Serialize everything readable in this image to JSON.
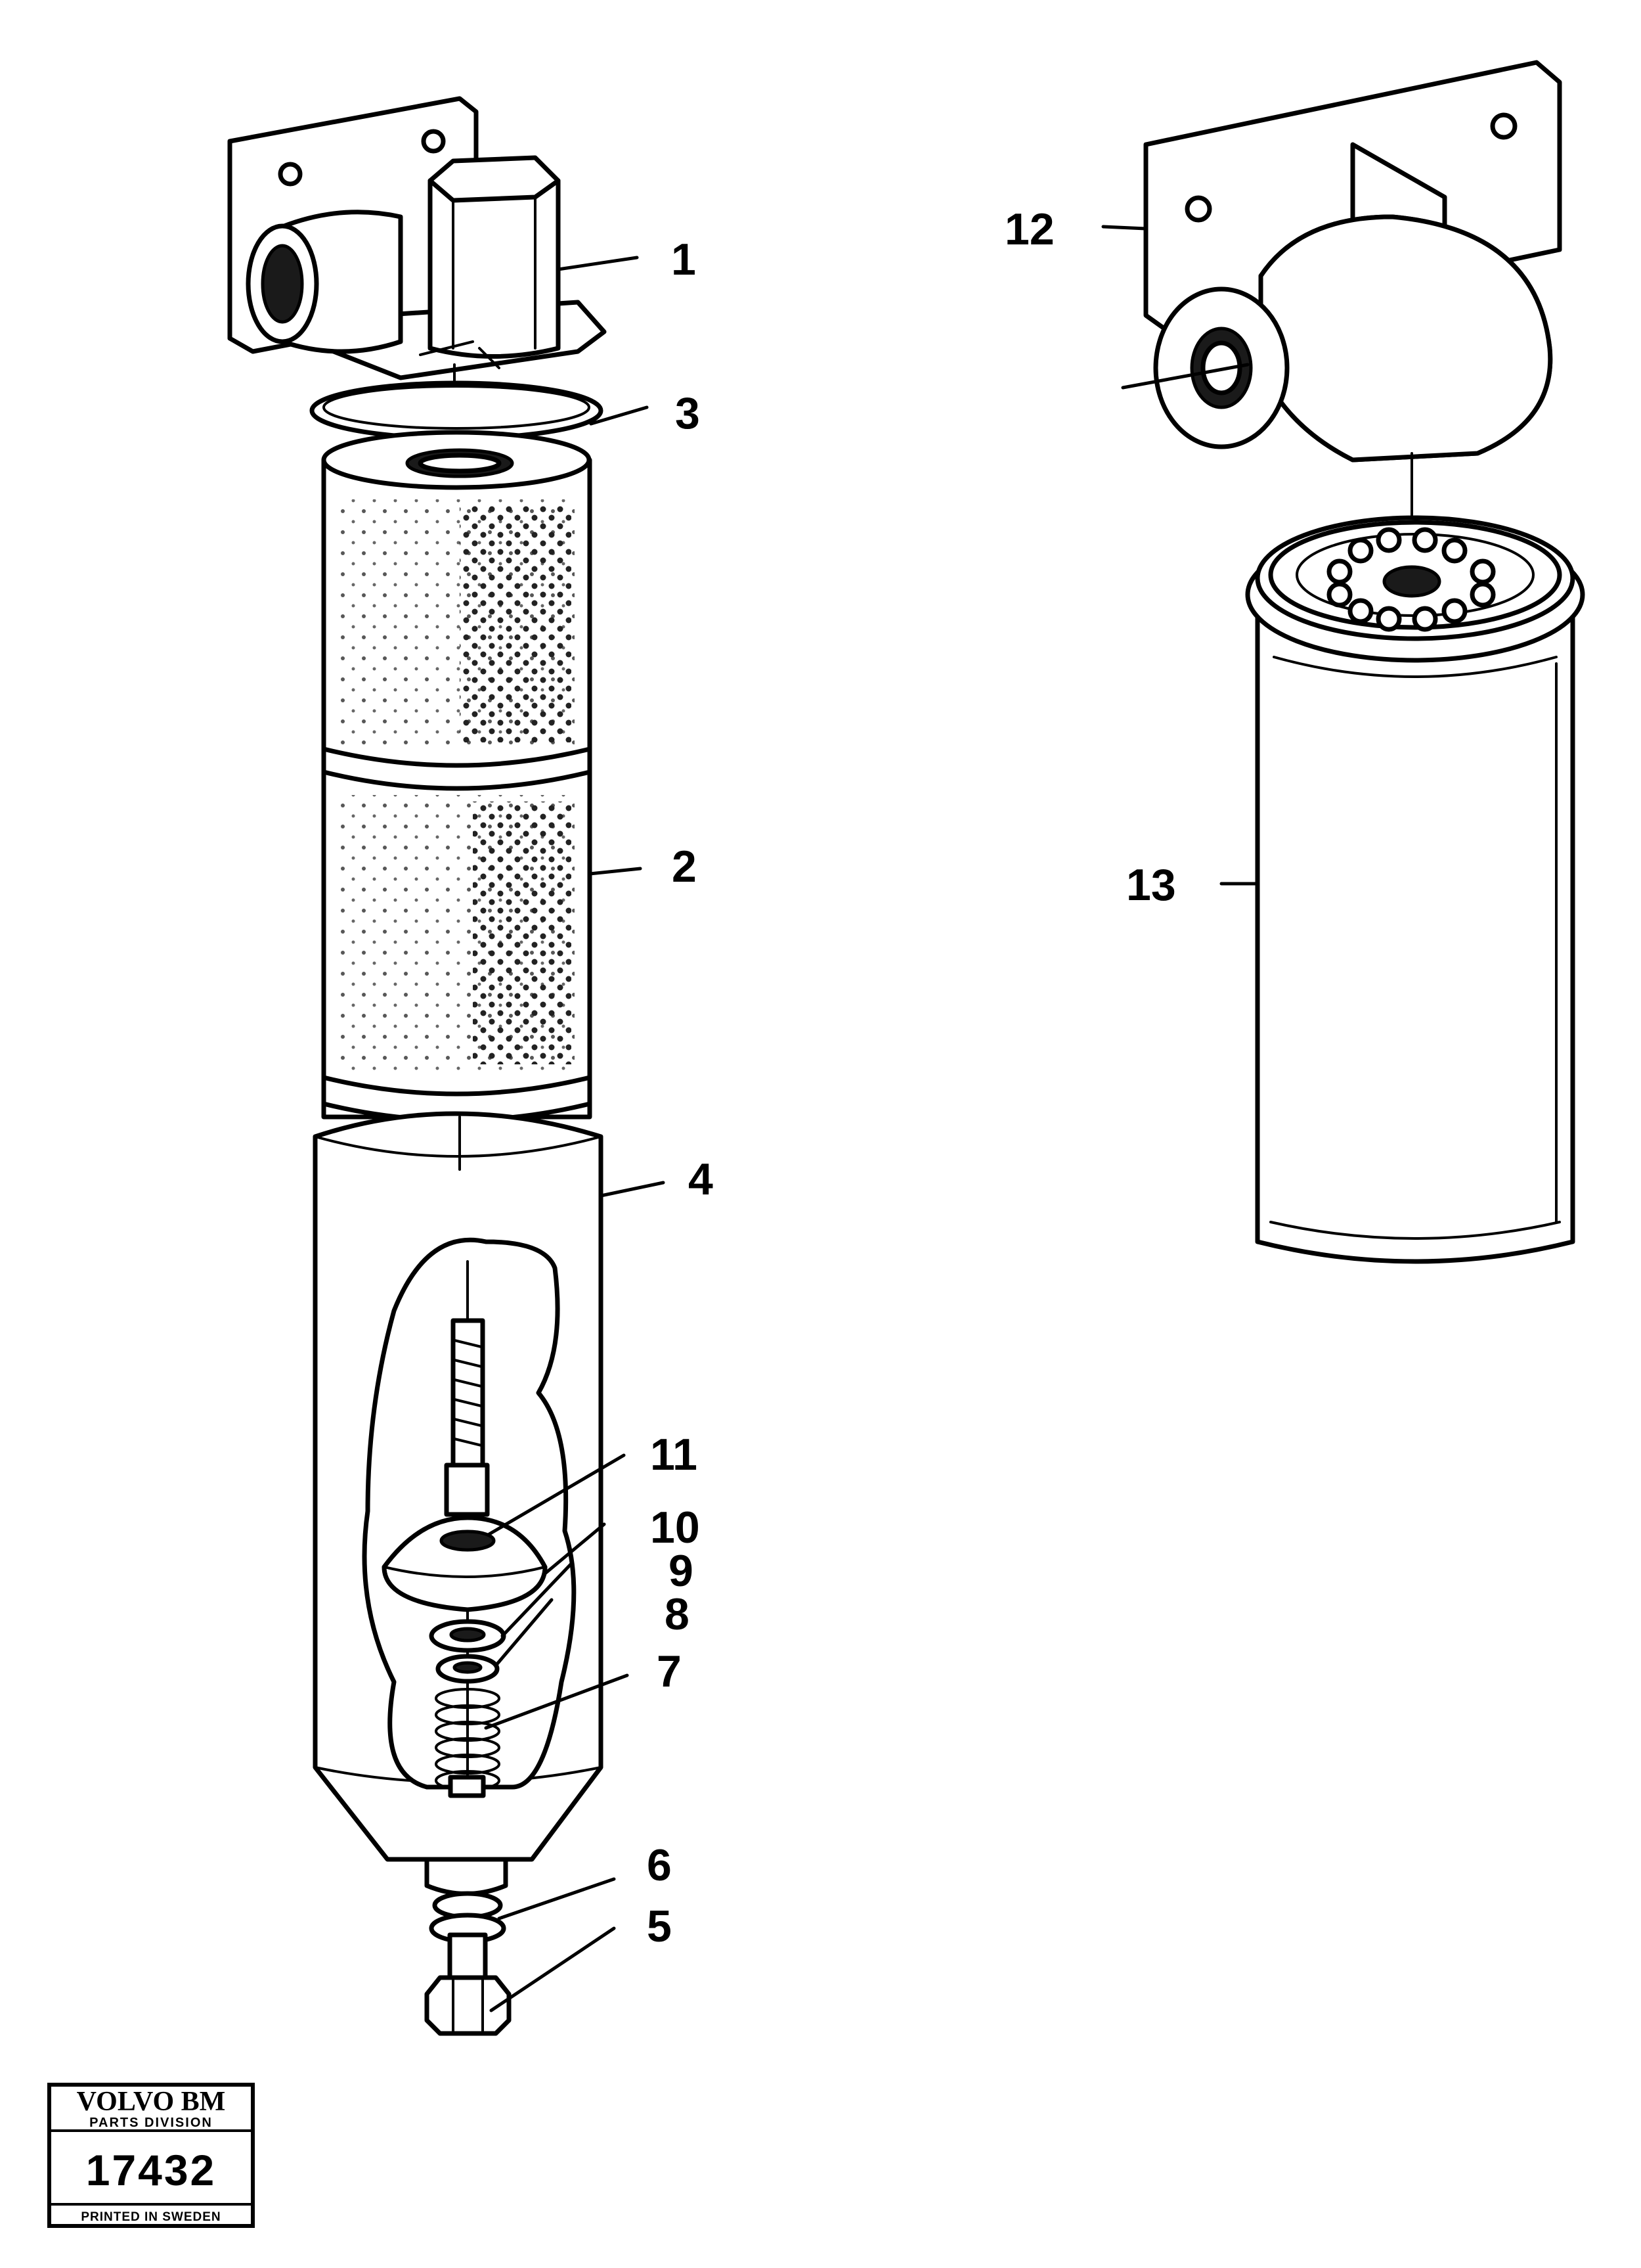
{
  "callouts": [
    {
      "id": "1",
      "label": "1"
    },
    {
      "id": "2",
      "label": "2"
    },
    {
      "id": "3",
      "label": "3"
    },
    {
      "id": "4",
      "label": "4"
    },
    {
      "id": "5",
      "label": "5"
    },
    {
      "id": "6",
      "label": "6"
    },
    {
      "id": "7",
      "label": "7"
    },
    {
      "id": "8",
      "label": "8"
    },
    {
      "id": "9",
      "label": "9"
    },
    {
      "id": "10",
      "label": "10"
    },
    {
      "id": "11",
      "label": "11"
    },
    {
      "id": "12",
      "label": "12"
    },
    {
      "id": "13",
      "label": "13"
    }
  ],
  "stamp": {
    "brand": "VOLVO BM",
    "division": "PARTS DIVISION",
    "number": "17432",
    "footer": "PRINTED IN SWEDEN"
  },
  "colors": {
    "ink": "#000000",
    "paper": "#ffffff"
  }
}
